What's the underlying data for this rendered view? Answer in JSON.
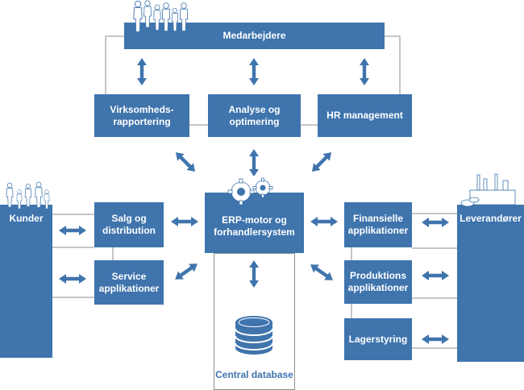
{
  "colors": {
    "box": "#3f74ad",
    "arrow": "#3f74ad",
    "line": "#8e8e8e"
  },
  "nodes": {
    "medarbejdere": "Medarbejdere",
    "virksomheds": "Virksomheds-\nrapportering",
    "analyse": "Analyse og\noptimering",
    "hr": "HR management",
    "kunder": "Kunder",
    "salg": "Salg og\ndistribution",
    "service": "Service\napplikationer",
    "erp": "ERP-motor og\nforhandlersystem",
    "finansielle": "Finansielle\napplikationer",
    "produktions": "Produktions\napplikationer",
    "lager": "Lagerstyring",
    "leverandorer": "Leverandører",
    "database": "Central database"
  },
  "icons": {
    "people_top": "people-silhouettes",
    "people_left": "people-silhouettes",
    "factory": "factory-silhouette",
    "gears": "gears",
    "database": "database-cylinder"
  }
}
